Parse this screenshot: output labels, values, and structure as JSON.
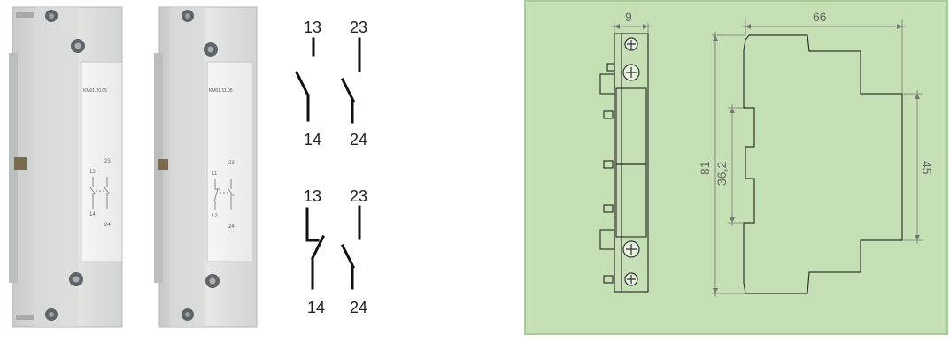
{
  "photos": {
    "module_a_label": "KM01.20.05",
    "module_b_label": "KM01.11.05",
    "module_a_contacts": [
      "13",
      "23",
      "14",
      "24"
    ],
    "module_b_contacts": [
      "11",
      "23",
      "12",
      "24"
    ]
  },
  "symbols": {
    "no_no": {
      "top_left": "13",
      "top_right": "23",
      "bottom_left": "14",
      "bottom_right": "24"
    },
    "nc_no": {
      "top_left": "13",
      "top_right": "23",
      "bottom_left": "14",
      "bottom_right": "24"
    }
  },
  "drawing": {
    "background": "#c6e0b6",
    "dim_width_side": "9",
    "dim_width_front": "66",
    "dim_height_total": "81",
    "dim_height_inner": "36,2",
    "dim_height_right": "45"
  }
}
